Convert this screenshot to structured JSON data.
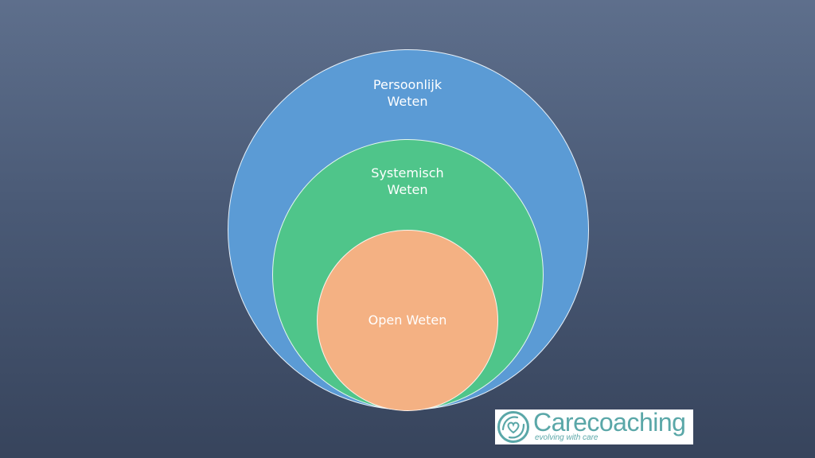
{
  "diagram": {
    "outer": {
      "line1": "Persoonlijk",
      "line2": "Weten",
      "color": "#5b9bd5"
    },
    "middle": {
      "line1": "Systemisch",
      "line2": "Weten",
      "color": "#4fc58a"
    },
    "inner": {
      "label": "Open Weten",
      "color": "#f4b183"
    }
  },
  "logo": {
    "name": "Carecoaching",
    "tagline": "evolving with care",
    "color": "#5aa7a8",
    "icon": "heart-circle-logo-icon"
  }
}
